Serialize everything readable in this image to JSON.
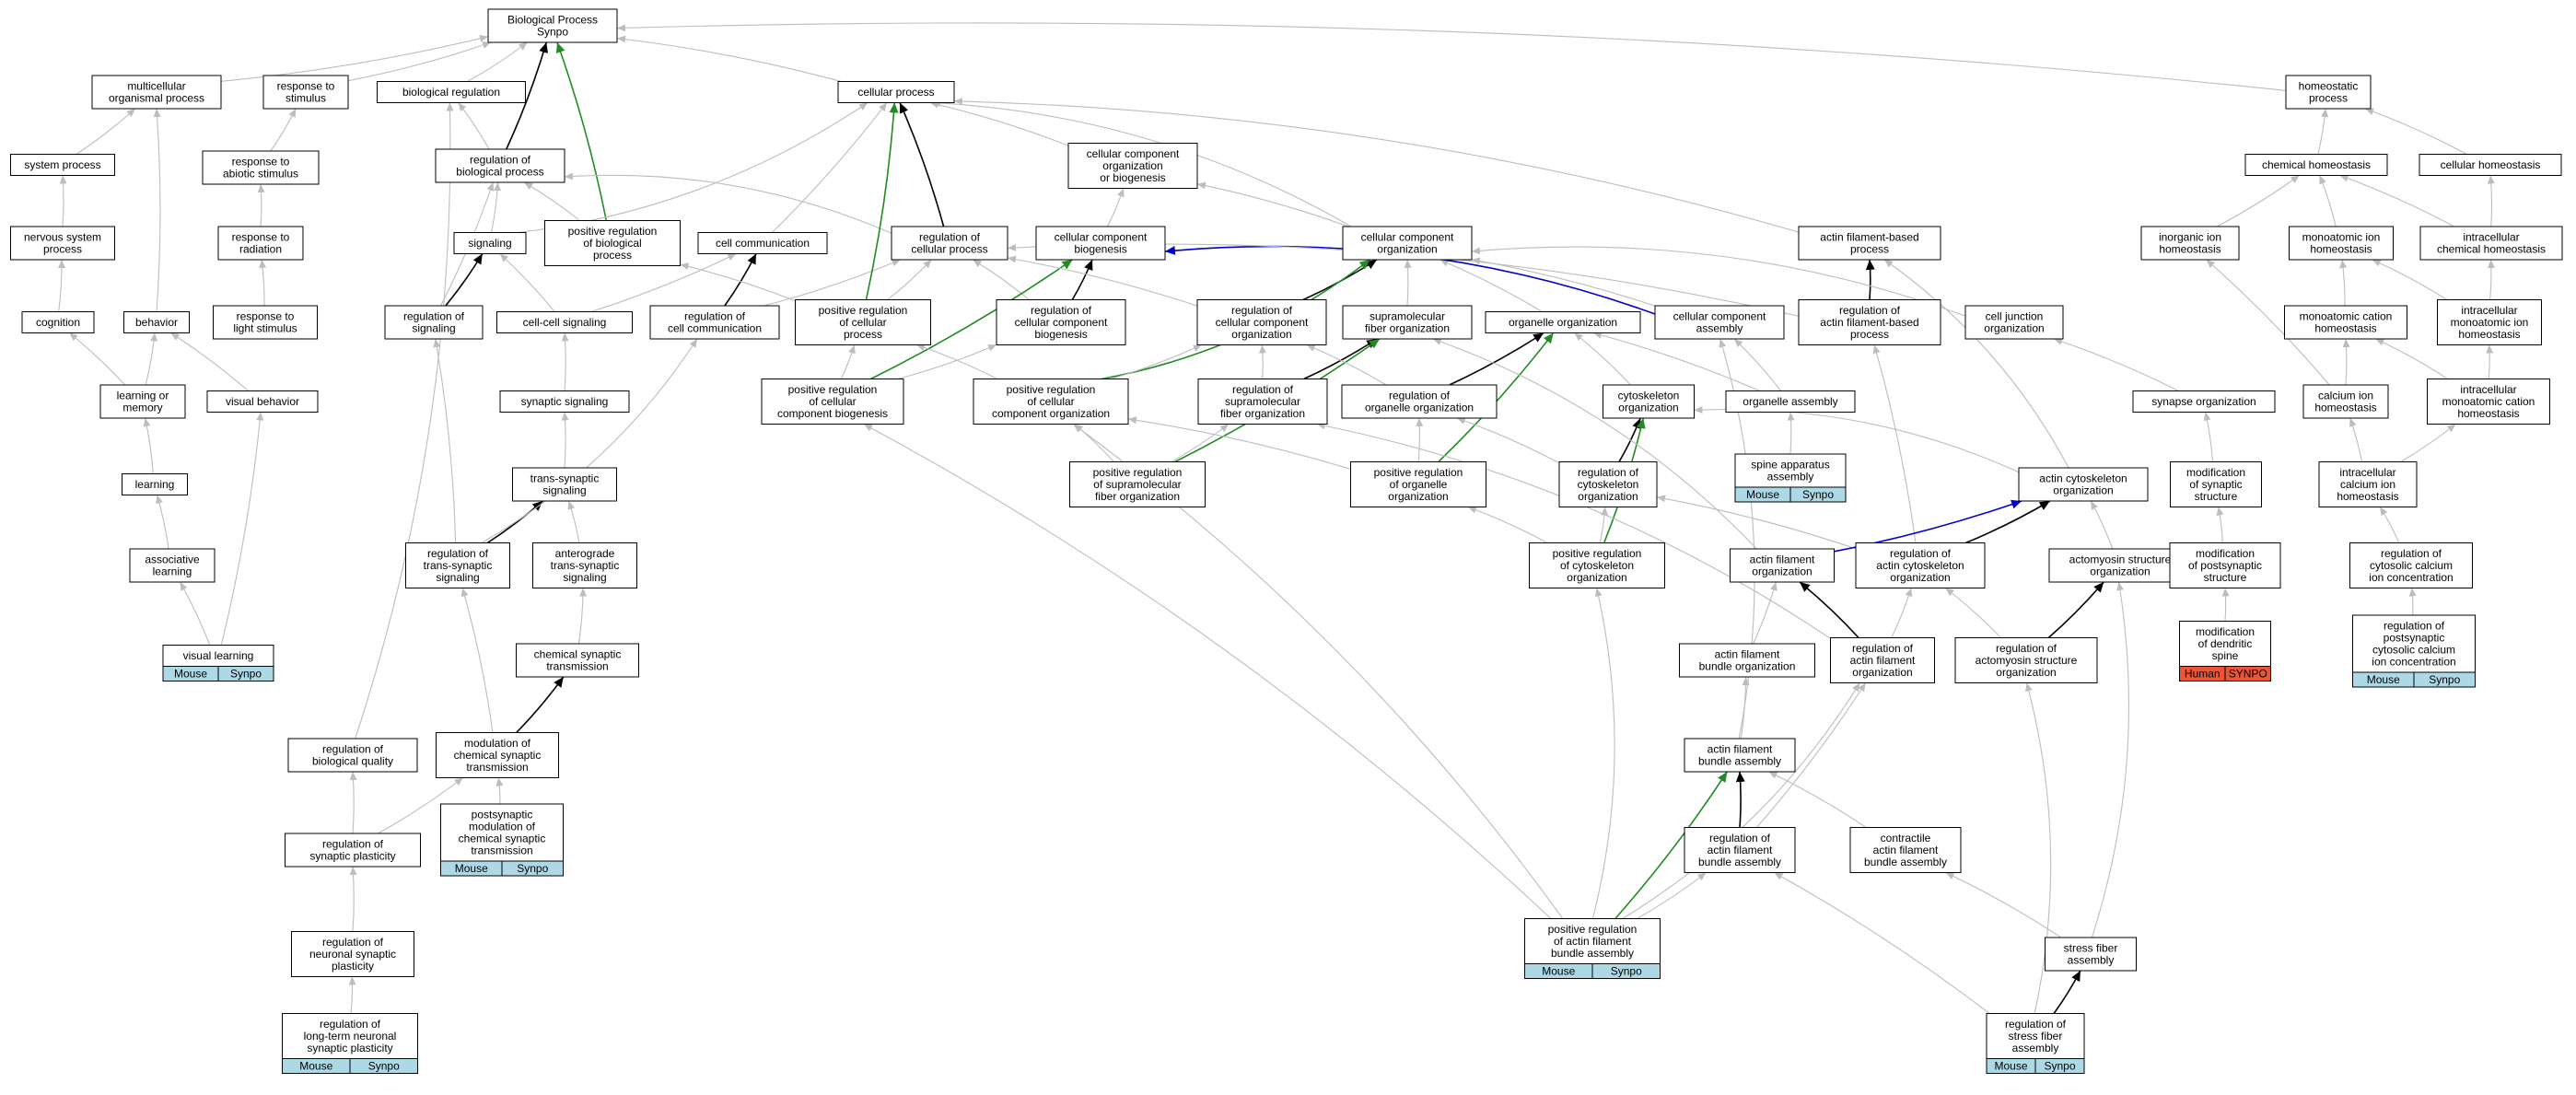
{
  "colors": {
    "node_border": "#000000",
    "node_fill": "#ffffff",
    "edge_is_a": "#bdbdbd",
    "edge_part_of": "#000000",
    "edge_positively_regulates": "#228b22",
    "edge_regulates_blue": "#0000cd",
    "tag_mouse_synpo": "#add8e6",
    "tag_human_synpo": "#e8563a"
  },
  "nodes": [
    {
      "id": "bp",
      "lines": [
        "Biological Process",
        "Synpo"
      ]
    },
    {
      "id": "mop",
      "lines": [
        "multicellular",
        "organismal process"
      ]
    },
    {
      "id": "rts",
      "lines": [
        "response to",
        "stimulus"
      ]
    },
    {
      "id": "breg",
      "lines": [
        "biological regulation"
      ]
    },
    {
      "id": "cp",
      "lines": [
        "cellular process"
      ]
    },
    {
      "id": "hp",
      "lines": [
        "homeostatic",
        "process"
      ]
    },
    {
      "id": "sp",
      "lines": [
        "system process"
      ]
    },
    {
      "id": "ras",
      "lines": [
        "response to",
        "abiotic stimulus"
      ]
    },
    {
      "id": "rbp",
      "lines": [
        "regulation of",
        "biological process"
      ]
    },
    {
      "id": "ccob",
      "lines": [
        "cellular component",
        "organization",
        "or biogenesis"
      ]
    },
    {
      "id": "ch",
      "lines": [
        "chemical homeostasis"
      ]
    },
    {
      "id": "cellh",
      "lines": [
        "cellular homeostasis"
      ]
    },
    {
      "id": "nsp",
      "lines": [
        "nervous system",
        "process"
      ]
    },
    {
      "id": "rtr",
      "lines": [
        "response to",
        "radiation"
      ]
    },
    {
      "id": "sig",
      "lines": [
        "signaling"
      ]
    },
    {
      "id": "prbp",
      "lines": [
        "positive regulation",
        "of biological",
        "process"
      ]
    },
    {
      "id": "cc",
      "lines": [
        "cell communication"
      ]
    },
    {
      "id": "rcp",
      "lines": [
        "regulation of",
        "cellular process"
      ]
    },
    {
      "id": "ccb",
      "lines": [
        "cellular component",
        "biogenesis"
      ]
    },
    {
      "id": "cco",
      "lines": [
        "cellular component",
        "organization"
      ]
    },
    {
      "id": "afbp",
      "lines": [
        "actin filament-based",
        "process"
      ]
    },
    {
      "id": "iih",
      "lines": [
        "inorganic ion",
        "homeostasis"
      ]
    },
    {
      "id": "mih",
      "lines": [
        "monoatomic ion",
        "homeostasis"
      ]
    },
    {
      "id": "ich",
      "lines": [
        "intracellular",
        "chemical homeostasis"
      ]
    },
    {
      "id": "cog",
      "lines": [
        "cognition"
      ]
    },
    {
      "id": "beh",
      "lines": [
        "behavior"
      ]
    },
    {
      "id": "rls",
      "lines": [
        "response to",
        "light stimulus"
      ]
    },
    {
      "id": "rsig",
      "lines": [
        "regulation of",
        "signaling"
      ]
    },
    {
      "id": "ccs",
      "lines": [
        "cell-cell signaling"
      ]
    },
    {
      "id": "rcc",
      "lines": [
        "regulation of",
        "cell communication"
      ]
    },
    {
      "id": "prcp",
      "lines": [
        "positive regulation",
        "of cellular",
        "process"
      ]
    },
    {
      "id": "rccb",
      "lines": [
        "regulation of",
        "cellular component",
        "biogenesis"
      ]
    },
    {
      "id": "rcco",
      "lines": [
        "regulation of",
        "cellular component",
        "organization"
      ]
    },
    {
      "id": "sfo",
      "lines": [
        "supramolecular",
        "fiber organization"
      ]
    },
    {
      "id": "oo",
      "lines": [
        "organelle organization"
      ]
    },
    {
      "id": "cca",
      "lines": [
        "cellular component",
        "assembly"
      ]
    },
    {
      "id": "rafbp",
      "lines": [
        "regulation of",
        "actin filament-based",
        "process"
      ]
    },
    {
      "id": "cjo",
      "lines": [
        "cell junction",
        "organization"
      ]
    },
    {
      "id": "mch",
      "lines": [
        "monoatomic cation",
        "homeostasis"
      ]
    },
    {
      "id": "imih",
      "lines": [
        "intracellular",
        "monoatomic ion",
        "homeostasis"
      ]
    },
    {
      "id": "lom",
      "lines": [
        "learning or",
        "memory"
      ]
    },
    {
      "id": "vb",
      "lines": [
        "visual behavior"
      ]
    },
    {
      "id": "ss",
      "lines": [
        "synaptic signaling"
      ]
    },
    {
      "id": "prccb",
      "lines": [
        "positive regulation",
        "of cellular",
        "component biogenesis"
      ]
    },
    {
      "id": "prcco",
      "lines": [
        "positive regulation",
        "of cellular",
        "component organization"
      ]
    },
    {
      "id": "rsfo",
      "lines": [
        "regulation of",
        "supramolecular",
        "fiber organization"
      ]
    },
    {
      "id": "roo",
      "lines": [
        "regulation of",
        "organelle organization"
      ]
    },
    {
      "id": "cyto",
      "lines": [
        "cytoskeleton",
        "organization"
      ]
    },
    {
      "id": "oa",
      "lines": [
        "organelle assembly"
      ]
    },
    {
      "id": "syno",
      "lines": [
        "synapse organization"
      ]
    },
    {
      "id": "cih",
      "lines": [
        "calcium ion",
        "homeostasis"
      ]
    },
    {
      "id": "imcih",
      "lines": [
        "intracellular",
        "monoatomic cation",
        "homeostasis"
      ]
    },
    {
      "id": "learn",
      "lines": [
        "learning"
      ]
    },
    {
      "id": "tss",
      "lines": [
        "trans-synaptic",
        "signaling"
      ]
    },
    {
      "id": "prsfo",
      "lines": [
        "positive regulation",
        "of supramolecular",
        "fiber organization"
      ]
    },
    {
      "id": "proo",
      "lines": [
        "positive regulation",
        "of organelle",
        "organization"
      ]
    },
    {
      "id": "rco",
      "lines": [
        "regulation of",
        "cytoskeleton",
        "organization"
      ]
    },
    {
      "id": "saa",
      "lines": [
        "spine apparatus",
        "assembly"
      ],
      "tag": [
        "Mouse",
        "Synpo"
      ]
    },
    {
      "id": "aco",
      "lines": [
        "actin cytoskeleton",
        "organization"
      ]
    },
    {
      "id": "mss",
      "lines": [
        "modification",
        "of synaptic",
        "structure"
      ]
    },
    {
      "id": "icih",
      "lines": [
        "intracellular",
        "calcium ion",
        "homeostasis"
      ]
    },
    {
      "id": "al",
      "lines": [
        "associative",
        "learning"
      ]
    },
    {
      "id": "rtss",
      "lines": [
        "regulation of",
        "trans-synaptic",
        "signaling"
      ]
    },
    {
      "id": "atss",
      "lines": [
        "anterograde",
        "trans-synaptic",
        "signaling"
      ]
    },
    {
      "id": "prco",
      "lines": [
        "positive regulation",
        "of cytoskeleton",
        "organization"
      ]
    },
    {
      "id": "afo",
      "lines": [
        "actin filament",
        "organization"
      ]
    },
    {
      "id": "raco",
      "lines": [
        "regulation of",
        "actin cytoskeleton",
        "organization"
      ]
    },
    {
      "id": "amso",
      "lines": [
        "actomyosin structure",
        "organization"
      ]
    },
    {
      "id": "mpss",
      "lines": [
        "modification",
        "of postsynaptic",
        "structure"
      ]
    },
    {
      "id": "rccc",
      "lines": [
        "regulation of",
        "cytosolic calcium",
        "ion concentration"
      ]
    },
    {
      "id": "vl",
      "lines": [
        "visual learning"
      ],
      "tag": [
        "Mouse",
        "Synpo"
      ]
    },
    {
      "id": "cst",
      "lines": [
        "chemical synaptic",
        "transmission"
      ]
    },
    {
      "id": "afbo",
      "lines": [
        "actin filament",
        "bundle organization"
      ]
    },
    {
      "id": "rafo",
      "lines": [
        "regulation of",
        "actin filament",
        "organization"
      ]
    },
    {
      "id": "ramso",
      "lines": [
        "regulation of",
        "actomyosin structure",
        "organization"
      ]
    },
    {
      "id": "mds",
      "lines": [
        "modification",
        "of dendritic",
        "spine"
      ],
      "tag": [
        "Human",
        "SYNPO"
      ],
      "tag_style": "human"
    },
    {
      "id": "rpccc",
      "lines": [
        "regulation of",
        "postsynaptic",
        "cytosolic calcium",
        "ion concentration"
      ],
      "tag": [
        "Mouse",
        "Synpo"
      ]
    },
    {
      "id": "rbq",
      "lines": [
        "regulation of",
        "biological quality"
      ]
    },
    {
      "id": "mcst",
      "lines": [
        "modulation of",
        "chemical synaptic",
        "transmission"
      ]
    },
    {
      "id": "afba",
      "lines": [
        "actin filament",
        "bundle assembly"
      ]
    },
    {
      "id": "rsp",
      "lines": [
        "regulation of",
        "synaptic plasticity"
      ]
    },
    {
      "id": "pmcst",
      "lines": [
        "postsynaptic",
        "modulation of",
        "chemical synaptic",
        "transmission"
      ],
      "tag": [
        "Mouse",
        "Synpo"
      ]
    },
    {
      "id": "rafba",
      "lines": [
        "regulation of",
        "actin filament",
        "bundle assembly"
      ]
    },
    {
      "id": "cafba",
      "lines": [
        "contractile",
        "actin filament",
        "bundle assembly"
      ]
    },
    {
      "id": "rnsp",
      "lines": [
        "regulation of",
        "neuronal synaptic",
        "plasticity"
      ]
    },
    {
      "id": "prafba",
      "lines": [
        "positive regulation",
        "of actin filament",
        "bundle assembly"
      ],
      "tag": [
        "Mouse",
        "Synpo"
      ]
    },
    {
      "id": "sfa",
      "lines": [
        "stress fiber",
        "assembly"
      ]
    },
    {
      "id": "rltnsp",
      "lines": [
        "regulation of",
        "long-term neuronal",
        "synaptic plasticity"
      ],
      "tag": [
        "Mouse",
        "Synpo"
      ]
    },
    {
      "id": "rsfa",
      "lines": [
        "regulation of",
        "stress fiber",
        "assembly"
      ],
      "tag": [
        "Mouse",
        "Synpo"
      ]
    }
  ]
}
